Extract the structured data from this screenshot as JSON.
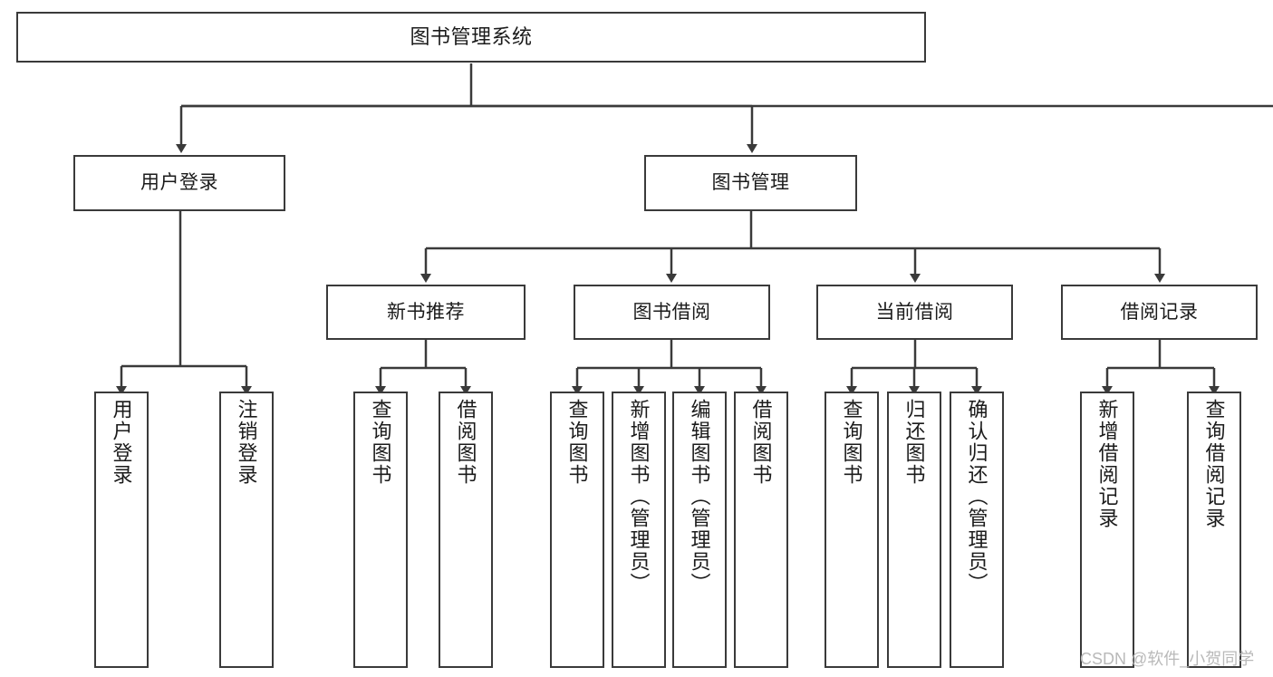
{
  "diagram": {
    "type": "tree-hierarchy",
    "title": "图书管理系统",
    "levels": 4,
    "root": {
      "label": "图书管理系统"
    },
    "level2": [
      {
        "label": "用户登录"
      },
      {
        "label": "图书管理"
      }
    ],
    "level3": [
      {
        "label": "新书推荐"
      },
      {
        "label": "图书借阅"
      },
      {
        "label": "当前借阅"
      },
      {
        "label": "借阅记录"
      }
    ],
    "leaves_user_login": [
      {
        "label": "用户登录"
      },
      {
        "label": "注销登录"
      }
    ],
    "leaves_new_book": [
      {
        "label": "查询图书"
      },
      {
        "label": "借阅图书"
      }
    ],
    "leaves_borrow": [
      {
        "label": "查询图书"
      },
      {
        "label": "新增图书（管理员）"
      },
      {
        "label": "编辑图书（管理员）"
      },
      {
        "label": "借阅图书"
      }
    ],
    "leaves_current": [
      {
        "label": "查询图书"
      },
      {
        "label": "归还图书"
      },
      {
        "label": "确认归还（管理员）"
      }
    ],
    "leaves_records": [
      {
        "label": "新增借阅记录"
      },
      {
        "label": "查询借阅记录"
      }
    ]
  },
  "watermark": {
    "text": "CSDN @软件_小贺同学"
  },
  "colors": {
    "stroke": "#3a3a3a",
    "fill": "#ffffff",
    "text": "#1b1b1b",
    "watermark": "#b9b9b9"
  }
}
